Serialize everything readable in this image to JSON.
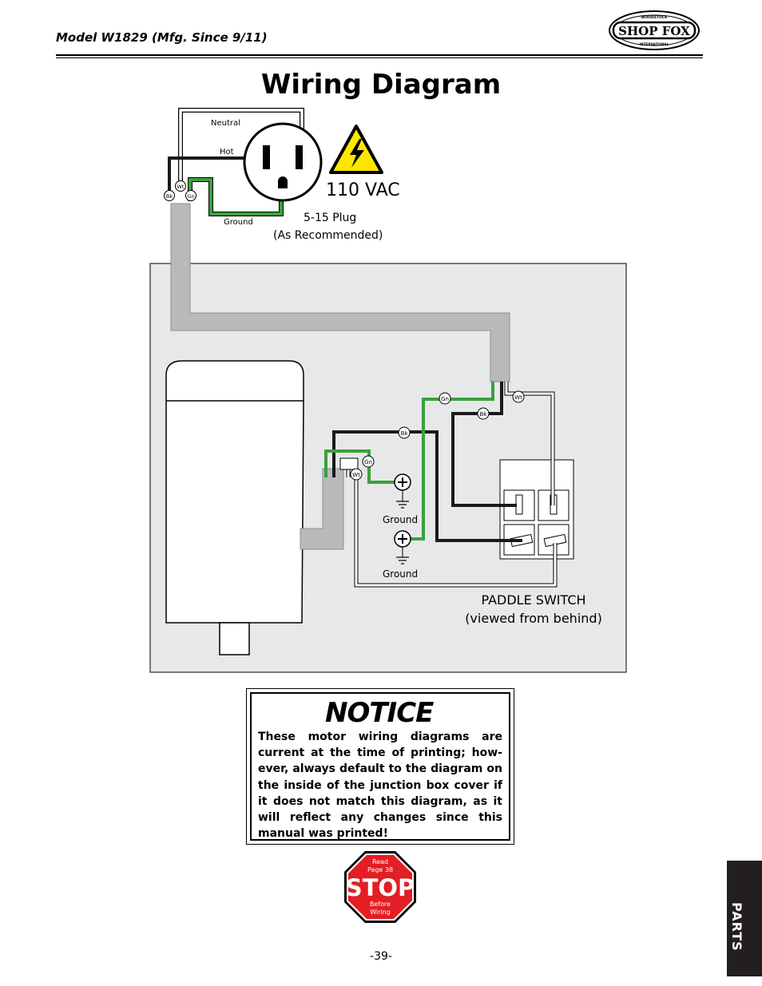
{
  "header": {
    "model": "Model W1829 (Mfg. Since 9/11)",
    "logo_text": "SHOP FOX",
    "logo_ring_top": "WOODSTOCK",
    "logo_ring_bottom": "INTERNATIONAL"
  },
  "title": "Wiring Diagram",
  "plug": {
    "neutral_label": "Neutral",
    "hot_label": "Hot",
    "ground_label": "Ground",
    "voltage": "110 VAC",
    "plug_label": "5-15 Plug",
    "plug_note": "(As Recommended)"
  },
  "wire_tags": {
    "bk": "Bk",
    "wt": "Wt",
    "gn": "Gn"
  },
  "ground_labels": [
    "Ground",
    "Ground"
  ],
  "switch": {
    "label": "PADDLE SWITCH",
    "note": "(viewed from behind)"
  },
  "notice": {
    "title": "NOTICE",
    "text": "These motor wiring diagrams are current at the time of printing; how-ever, always default to the diagram on the inside of the junction box cover if it does not match this diagram, as it will reflect any changes since this manual was printed!"
  },
  "stop_sign": {
    "top_line1": "Read",
    "top_line2": "Page  38",
    "word": "STOP",
    "bottom_line1": "Before",
    "bottom_line2": "Wiring"
  },
  "page_number": "-39-",
  "side_tab": "PARTS",
  "colors": {
    "wire_green": "#3aa13c",
    "wire_black": "#1a1a1a",
    "conduit_gray": "#b8b9bb",
    "panel_bg": "#e7e8e9",
    "warning_yellow": "#ffe600",
    "stop_red": "#e31e24",
    "tab_dark": "#231f20"
  }
}
